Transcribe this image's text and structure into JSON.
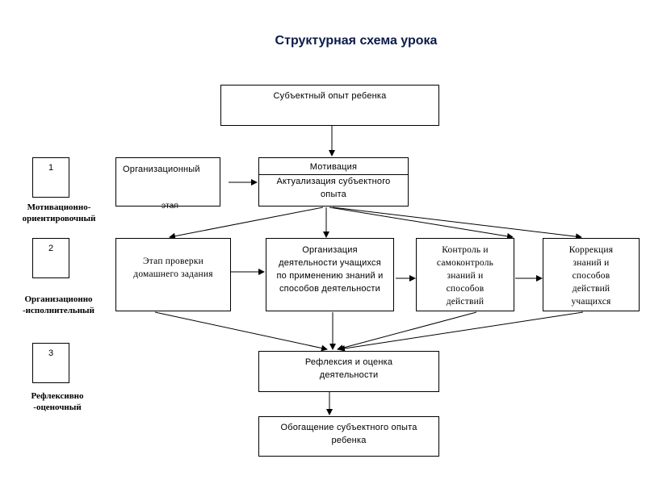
{
  "title": "Структурная схема урока",
  "boxes": {
    "subject_experience": "Субъектный опыт ребенка",
    "organizational": "Организационный",
    "organizational_stage": "этап",
    "motivation": "Мотивация",
    "actualization": "Актуализация субъектного опыта",
    "homework_check": "Этап проверки домашнего задания",
    "organization_activity": "Организация деятельности учащихся по применению знаний и способов деятельности",
    "control": "Контроль и самоконтроль знаний и способов действий",
    "correction": "Коррекция знаний и способов действий учащихся",
    "reflection": "Рефлексия и оценка деятельности",
    "enrichment": "Обогащение субъектного опыта ребенка"
  },
  "stages": [
    {
      "number": "1",
      "label": "Мотивационно-ориентировочный"
    },
    {
      "number": "2",
      "label": "Организационно -исполнительный"
    },
    {
      "number": "3",
      "label": "Рефлексивно -оценочный"
    }
  ]
}
